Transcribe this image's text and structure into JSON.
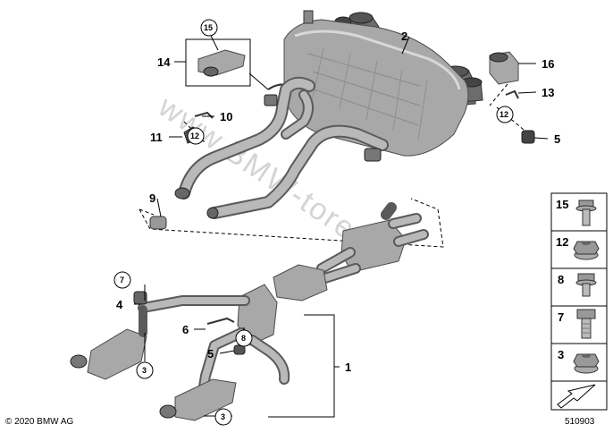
{
  "watermark": "www.BMW-tore.pl",
  "copyright": "© 2020 BMW AG",
  "diagram_number": "510903",
  "callouts": {
    "c1": "1",
    "c2": "2",
    "c3a": "3",
    "c3b": "3",
    "c4": "4",
    "c5a": "5",
    "c5b": "5",
    "c6": "6",
    "c7": "7",
    "c8": "8",
    "c9": "9",
    "c10": "10",
    "c11": "11",
    "c12a": "12",
    "c12b": "12",
    "c13": "13",
    "c14": "14",
    "c15": "15",
    "c16": "16"
  },
  "legend": {
    "items": [
      {
        "label": "15",
        "icon": "bolt-flange-icon"
      },
      {
        "label": "12",
        "icon": "hex-nut-flange-icon"
      },
      {
        "label": "8",
        "icon": "bolt-short-icon"
      },
      {
        "label": "7",
        "icon": "bolt-hex-icon"
      },
      {
        "label": "3",
        "icon": "hex-nut-icon"
      }
    ]
  },
  "colors": {
    "pipe": "#5a5a5a",
    "metal": "#a8a8a8",
    "watermark": "#d4d4d4"
  }
}
